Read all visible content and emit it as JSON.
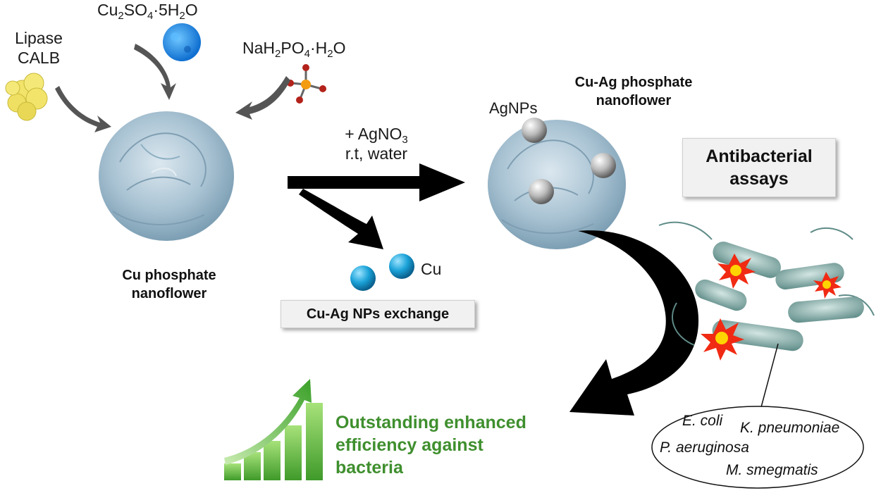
{
  "reagents": {
    "lipase_line1": "Lipase",
    "lipase_line2": "CALB",
    "copper_salt": {
      "base": "Cu",
      "sub1": "2",
      "mid": "SO",
      "sub2": "4",
      "tail": "·5H",
      "sub3": "2",
      "end": "O"
    },
    "phosphate_salt": {
      "base": "NaH",
      "sub1": "2",
      "mid": "PO",
      "sub2": "4",
      "tail": "·H",
      "sub3": "2",
      "end": "O"
    }
  },
  "cu_flower": {
    "line1": "Cu phosphate",
    "line2": "nanoflower"
  },
  "reaction": {
    "line1_prefix": "+ AgNO",
    "line1_sub": "3",
    "line2": "r.t, water"
  },
  "byproduct": {
    "cu_label": "Cu",
    "exchange_box": "Cu-Ag NPs exchange"
  },
  "cuag_flower": {
    "agnps_label": "AgNPs",
    "line1": "Cu-Ag phosphate",
    "line2": "nanoflower"
  },
  "assay_box": {
    "line1": "Antibacterial",
    "line2": "assays"
  },
  "outcome": {
    "line1": "Outstanding enhanced",
    "line2": "efficiency against",
    "line3": "bacteria"
  },
  "bacteria_species": [
    "E. coli",
    "K. pneumoniae",
    "P. aeruginosa",
    "M. smegmatis"
  ],
  "colors": {
    "flower": "#a9c3d3",
    "copper_sphere": "#1aa2d8",
    "silver_sphere": "#b9b9b9",
    "growth_green": "#5db53f",
    "outcome_text": "#3f8f2e",
    "lipase": "#f2e46b",
    "copper_salt": "#1e8fe0"
  }
}
